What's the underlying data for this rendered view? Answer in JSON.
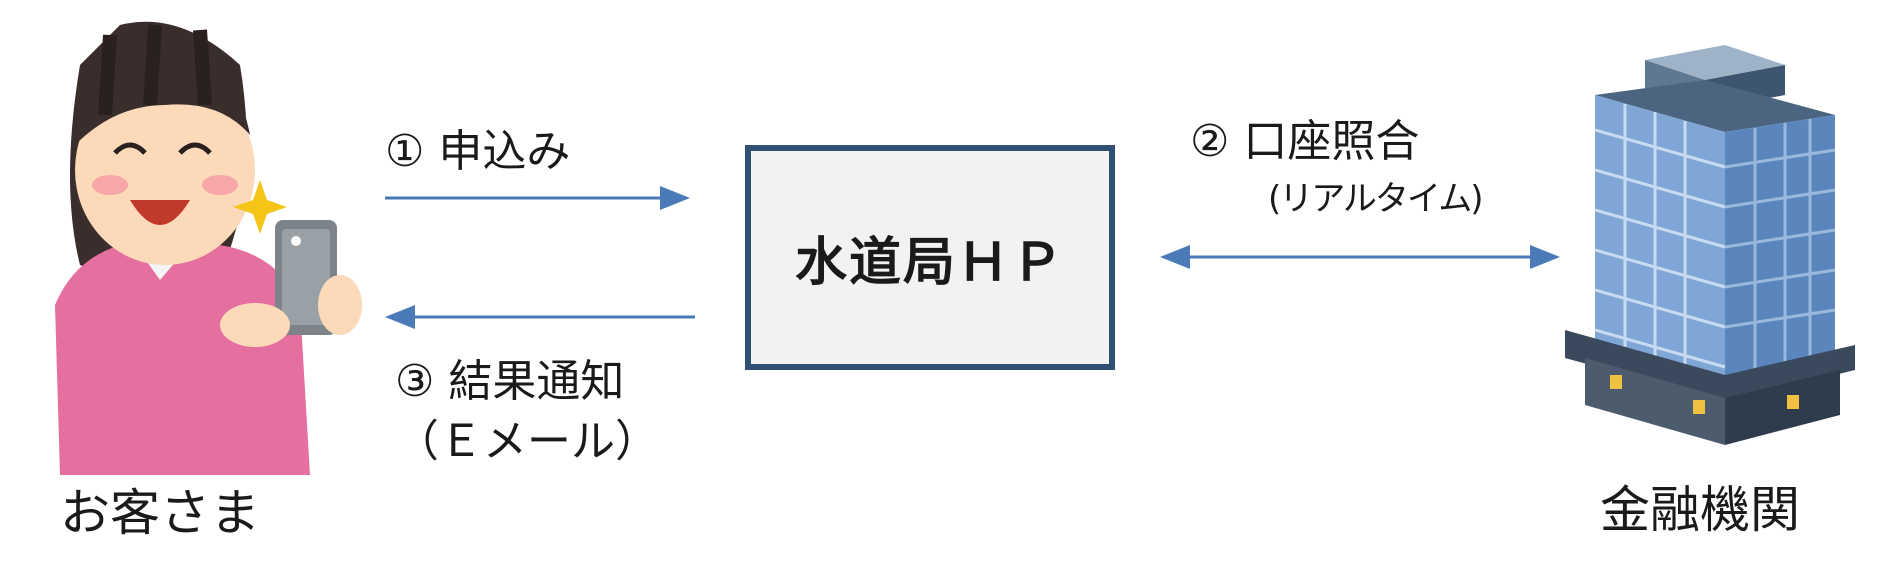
{
  "customer": {
    "label": "お客さま"
  },
  "bank": {
    "label": "金融機関"
  },
  "hp": {
    "label": "水道局ＨＰ"
  },
  "steps": {
    "apply": "①  申込み",
    "verify": "②  口座照合",
    "verify_sub": "(リアルタイム)",
    "notify": "③  結果通知",
    "notify_sub": "（Ｅメール）"
  },
  "colors": {
    "arrow": "#4a7ab8",
    "box_border": "#2f4f74",
    "box_fill": "#f2f2f2"
  }
}
